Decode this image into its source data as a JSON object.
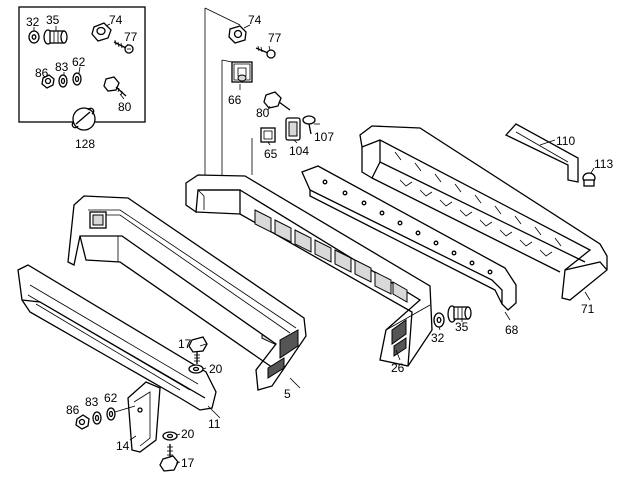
{
  "labels": {
    "p5": "5",
    "p11": "11",
    "p14": "14",
    "p17a": "17",
    "p17b": "17",
    "p20a": "20",
    "p20b": "20",
    "p26": "26",
    "p32a": "32",
    "p32b": "32",
    "p35a": "35",
    "p35b": "35",
    "p62a": "62",
    "p62b": "62",
    "p65": "65",
    "p66": "66",
    "p68": "68",
    "p71": "71",
    "p74a": "74",
    "p74b": "74",
    "p77a": "77",
    "p77b": "77",
    "p80a": "80",
    "p80b": "80",
    "p83a": "83",
    "p83b": "83",
    "p86a": "86",
    "p86b": "86",
    "p104": "104",
    "p107": "107",
    "p110": "110",
    "p113": "113",
    "p128": "128"
  }
}
